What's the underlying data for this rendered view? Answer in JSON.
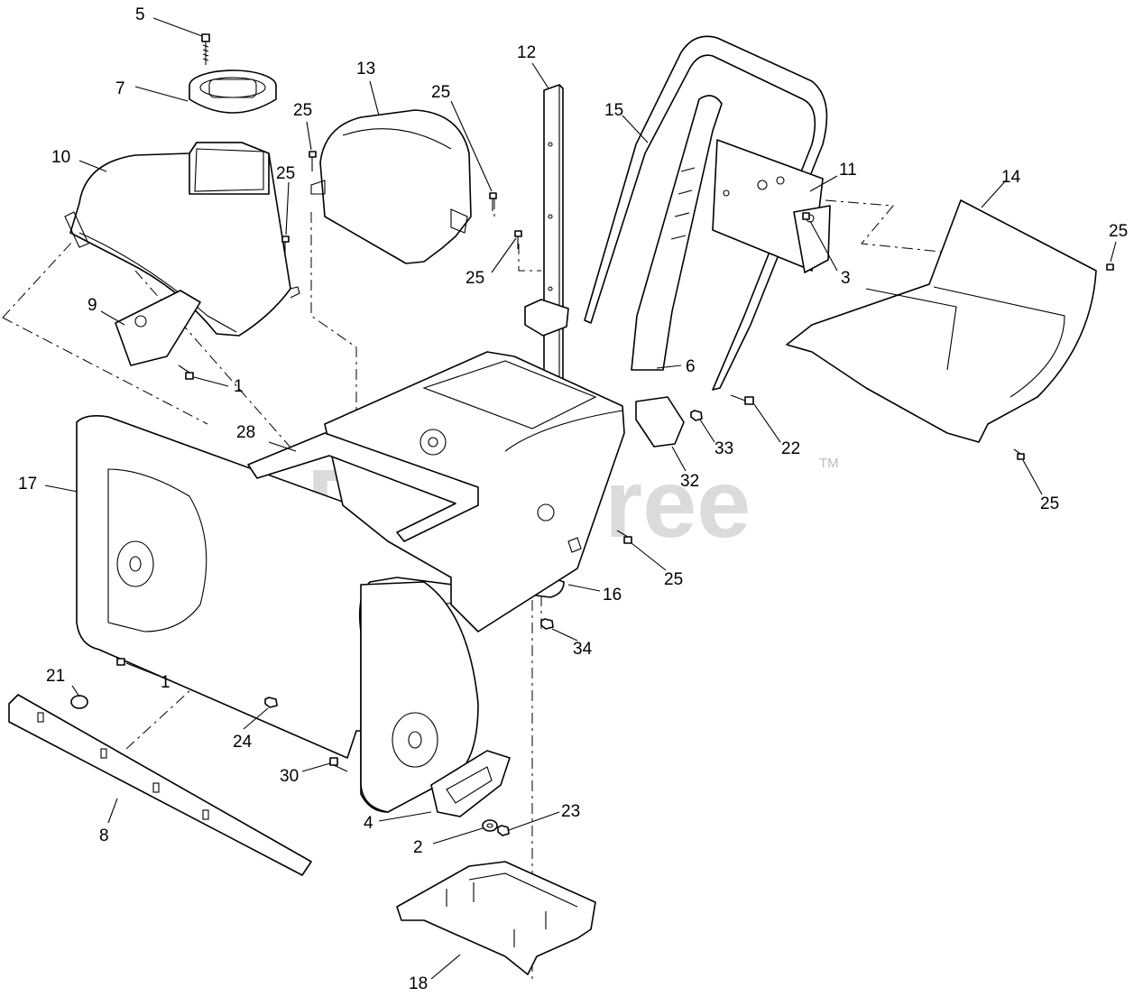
{
  "watermark": {
    "text": "PartsTree",
    "trademark": "TM",
    "color": "#cfcfcf"
  },
  "callouts": [
    {
      "id": "c5",
      "label": "5"
    },
    {
      "id": "c7",
      "label": "7"
    },
    {
      "id": "c10",
      "label": "10"
    },
    {
      "id": "c25a",
      "label": "25"
    },
    {
      "id": "c25b",
      "label": "25"
    },
    {
      "id": "c25c",
      "label": "25"
    },
    {
      "id": "c25d",
      "label": "25"
    },
    {
      "id": "c25e",
      "label": "25"
    },
    {
      "id": "c25f",
      "label": "25"
    },
    {
      "id": "c25g",
      "label": "25"
    },
    {
      "id": "c13",
      "label": "13"
    },
    {
      "id": "c12",
      "label": "12"
    },
    {
      "id": "c15",
      "label": "15"
    },
    {
      "id": "c11",
      "label": "11"
    },
    {
      "id": "c14",
      "label": "14"
    },
    {
      "id": "c3",
      "label": "3"
    },
    {
      "id": "c9",
      "label": "9"
    },
    {
      "id": "c1a",
      "label": "1"
    },
    {
      "id": "c1b",
      "label": "1"
    },
    {
      "id": "c6",
      "label": "6"
    },
    {
      "id": "c28",
      "label": "28"
    },
    {
      "id": "c33",
      "label": "33"
    },
    {
      "id": "c22",
      "label": "22"
    },
    {
      "id": "c17",
      "label": "17"
    },
    {
      "id": "c32",
      "label": "32"
    },
    {
      "id": "c16",
      "label": "16"
    },
    {
      "id": "c34",
      "label": "34"
    },
    {
      "id": "c21",
      "label": "21"
    },
    {
      "id": "c24",
      "label": "24"
    },
    {
      "id": "c30",
      "label": "30"
    },
    {
      "id": "c8",
      "label": "8"
    },
    {
      "id": "c4",
      "label": "4"
    },
    {
      "id": "c23",
      "label": "23"
    },
    {
      "id": "c2",
      "label": "2"
    },
    {
      "id": "c18",
      "label": "18"
    }
  ]
}
